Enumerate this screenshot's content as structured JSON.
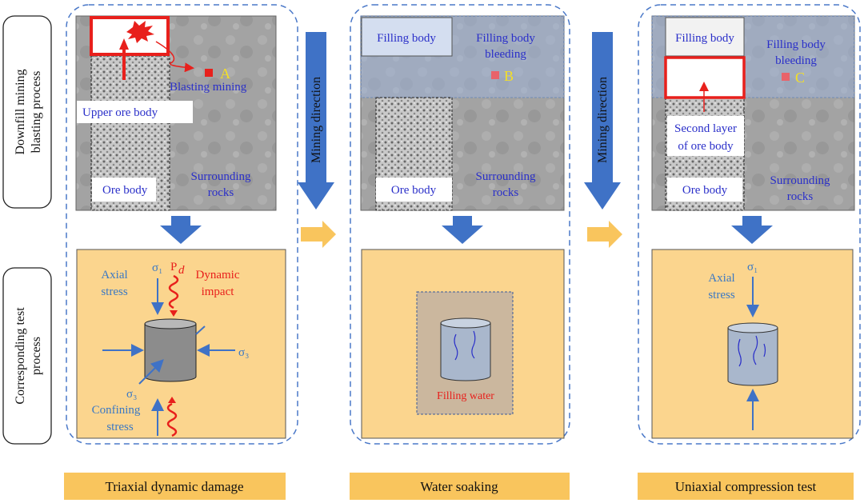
{
  "side_labels": {
    "top": [
      "Downfill mining",
      "blasting process"
    ],
    "bottom": [
      "Corresponding test",
      "process"
    ]
  },
  "mining_direction": "Mining direction",
  "panel1": {
    "upper_ore_body": "Upper ore body",
    "blasting_mining": "Blasting mining",
    "marker": "A",
    "ore_body": "Ore body",
    "surrounding": [
      "Surrounding",
      "rocks"
    ],
    "axial": [
      "Axial",
      "stress"
    ],
    "sigma1": "σ₁",
    "pd": "P",
    "pd_sub": "d",
    "dynamic": [
      "Dynamic",
      "impact"
    ],
    "sigma3_right": "σ₃",
    "sigma3_bottom": "σ₃",
    "confining": [
      "Confining",
      "stress"
    ],
    "caption": "Triaxial dynamic damage"
  },
  "panel2": {
    "filling_body": "Filling body",
    "bleeding": [
      "Filling body",
      "bleeding"
    ],
    "marker": "B",
    "ore_body": "Ore body",
    "surrounding": [
      "Surrounding",
      "rocks"
    ],
    "filling_water": "Filling water",
    "caption": "Water soaking"
  },
  "panel3": {
    "filling_body": "Filling body",
    "bleeding": [
      "Filling body",
      "bleeding"
    ],
    "marker": "C",
    "second_layer": [
      "Second layer",
      "of ore body"
    ],
    "ore_body": "Ore body",
    "surrounding": [
      "Surrounding",
      "rocks"
    ],
    "axial": [
      "Axial",
      "stress"
    ],
    "sigma1": "σ₁",
    "caption": "Uniaxial compression test"
  },
  "colors": {
    "panel_bg": "#fbd58e",
    "arrow_blue": "#3f72c6",
    "orange_arrow": "#f9c55d",
    "red": "#e8201c",
    "rock": "#9d9d9d"
  }
}
